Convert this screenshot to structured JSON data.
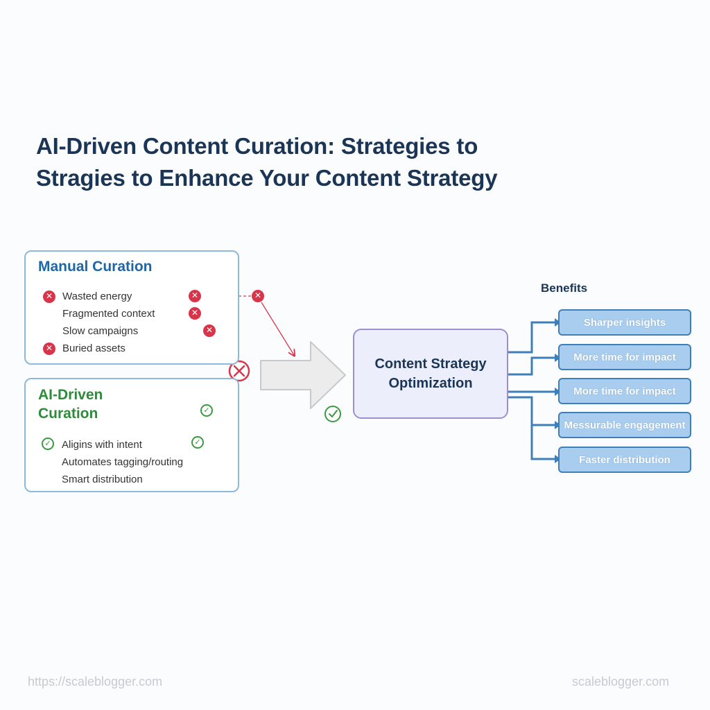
{
  "title": {
    "line1": "AI-Driven Content Curation: Strategies to",
    "line2": "Stragies to Enhance Your Content Strategy"
  },
  "manual": {
    "title": "Manual Curation",
    "items": [
      "Wasted energy",
      "Fragmented context",
      "Slow campaigns",
      "Buried assets"
    ]
  },
  "ai": {
    "title": "AI-Driven Curation",
    "items": [
      "Aligins with intent",
      "Automates tagging/routing",
      "Smart distribution"
    ]
  },
  "center": {
    "label": "Content Strategy Optimization"
  },
  "benefits": {
    "heading": "Benefits",
    "items": [
      "Sharper insights",
      "More time for impact",
      "More time for impact",
      "Messurable engagement",
      "Faster distribution"
    ]
  },
  "footer": {
    "left": "https://scaleblogger.com",
    "right": "scaleblogger.com"
  },
  "colors": {
    "title": "#1b3556",
    "manual_accent": "#1f66a6",
    "ai_accent": "#2e8b3a",
    "negative": "#d8354a",
    "positive": "#3a9a3e",
    "benefit_fill": "#a8cdef",
    "benefit_border": "#3f7fb8",
    "center_fill": "#eceefb",
    "center_border": "#9b8fd2"
  },
  "icons": {
    "negative": "x-circle-icon",
    "positive": "check-circle-icon",
    "flow": "right-arrow-icon"
  }
}
